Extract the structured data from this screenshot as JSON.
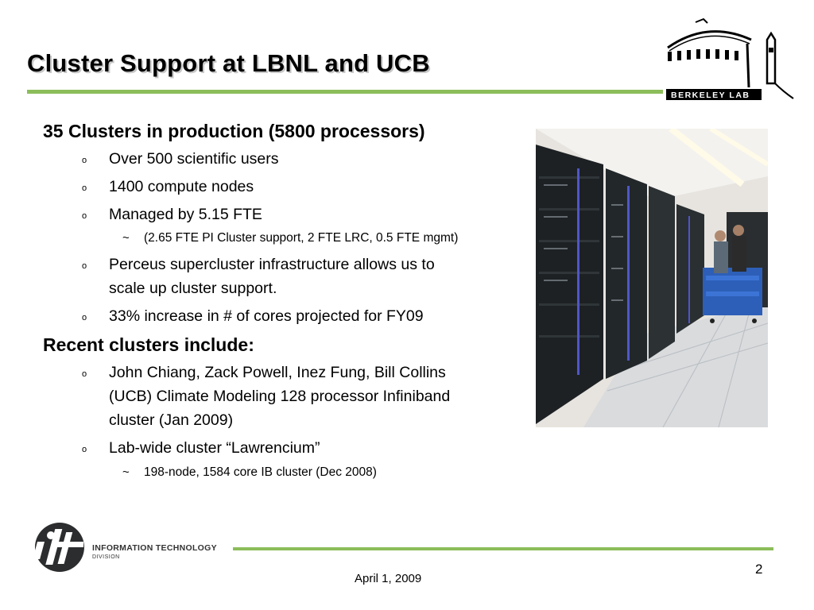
{
  "slide": {
    "title": "Cluster Support at LBNL and UCB",
    "page_number": "2",
    "date": "April 1, 2009"
  },
  "logos": {
    "top_right_text": "BERKELEY LAB",
    "bottom_left_text_line1": "INFORMATION TECHNOLOGY",
    "bottom_left_text_line2": "DIVISION"
  },
  "bullets": {
    "heading1": "35 Clusters in production (5800 processors)",
    "b1": "Over 500 scientific users",
    "b2": "1400 compute nodes",
    "b3": "Managed by 5.15 FTE",
    "b3_sub": "(2.65 FTE PI Cluster support, 2 FTE LRC, 0.5 FTE mgmt)",
    "b4_line1": "Perceus supercluster infrastructure allows us to",
    "b4_line2": "scale up cluster support.",
    "b5": "33% increase in # of cores projected for FY09",
    "heading2": "Recent clusters include:",
    "b6_line1": "John Chiang, Zack Powell, Inez Fung, Bill Collins",
    "b6_line2": "(UCB) Climate Modeling 128 processor Infiniband",
    "b6_line3": "cluster (Jan 2009)",
    "b7": "Lab-wide cluster “Lawrencium”",
    "b7_sub": "198-node, 1584 core IB cluster (Dec 2008)",
    "marker_l2": "o",
    "marker_l3": "~"
  }
}
